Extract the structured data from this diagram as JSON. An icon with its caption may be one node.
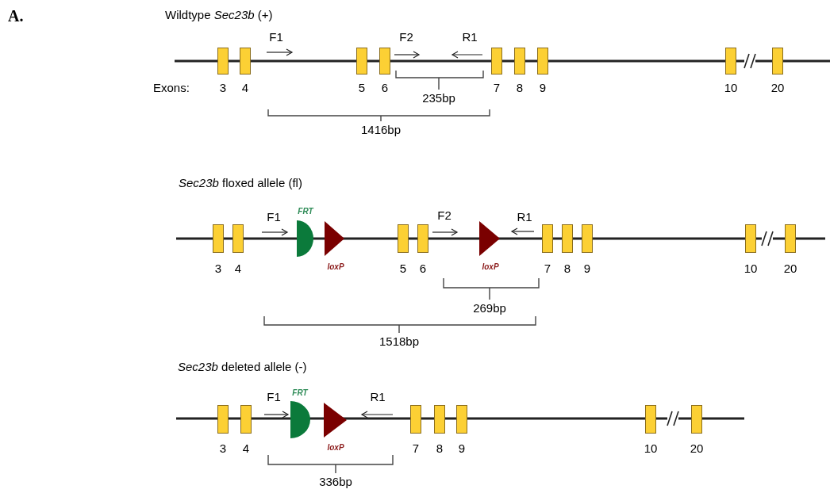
{
  "diagram": {
    "nodes": [
      {
        "text": [
          "3"
        ]
      },
      {
        "text": [
          "4"
        ]
      },
      {
        "text": [
          "5"
        ]
      },
      {
        "text": [
          "6"
        ]
      },
      {
        "text": [
          "7"
        ]
      },
      {
        "text": [
          "8"
        ]
      },
      {
        "text": [
          "9"
        ]
      },
      {
        "text": [
          "10"
        ]
      },
      {
        "text": [
          "20"
        ]
      },
      {
        "text": [
          "3"
        ]
      },
      {
        "text": [
          "4"
        ]
      },
      {
        "text": [
          "FRT"
        ]
      },
      {
        "text": [
          "loxP"
        ]
      },
      {
        "text": [
          "5"
        ]
      },
      {
        "text": [
          "6"
        ]
      },
      {
        "text": [
          "loxP"
        ]
      },
      {
        "text": [
          "7"
        ]
      },
      {
        "text": [
          "8"
        ]
      },
      {
        "text": [
          "9"
        ]
      },
      {
        "text": [
          "10"
        ]
      },
      {
        "text": [
          "20"
        ]
      },
      {
        "text": [
          "3"
        ]
      },
      {
        "text": [
          "4"
        ]
      },
      {
        "text": [
          "FRT"
        ]
      },
      {
        "text": [
          "loxP"
        ]
      },
      {
        "text": [
          "7"
        ]
      },
      {
        "text": [
          "8"
        ]
      },
      {
        "text": [
          "9"
        ]
      },
      {
        "text": [
          "10"
        ]
      },
      {
        "text": [
          "20"
        ]
      }
    ],
    "labels": [
      "A.",
      "Wildtype *Sec23b* (+)",
      "F1",
      "F2",
      "R1",
      "Exons:",
      "235bp",
      "1416bp",
      "*Sec23b* floxed allele (fl)",
      "F1",
      "F2",
      "R1",
      "269bp",
      "1518bp",
      "*Sec23b* deleted allele (-)",
      "F1",
      "R1",
      "336bp"
    ]
  }
}
